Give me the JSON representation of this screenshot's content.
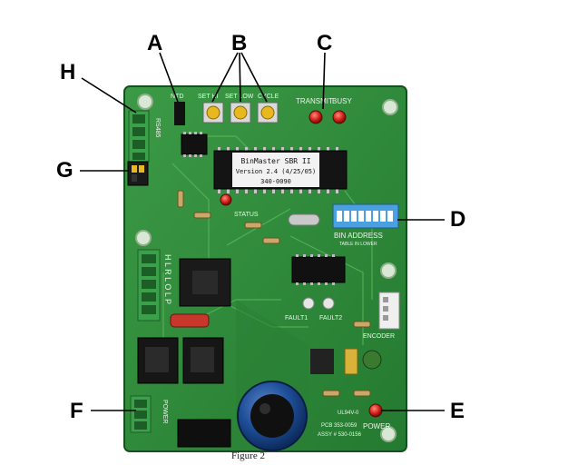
{
  "callouts": {
    "a": "A",
    "b": "B",
    "c": "C",
    "d": "D",
    "e": "E",
    "f": "F",
    "g": "G",
    "h": "H"
  },
  "chip": {
    "line1": "BinMaster SBR II",
    "line2": "Version 2.4  (4/25/05)",
    "line3": "340-0090"
  },
  "silkscreen": {
    "ntd": "NTD",
    "set_hi": "SET HI",
    "set_low": "SET LOW",
    "cycle": "CYCLE",
    "transmit": "TRANSMIT",
    "busy": "BUSY",
    "status": "STATUS",
    "bin_address": "BIN ADDRESS",
    "table_ref": "TABLE IN LOWER",
    "fault1": "FAULT1",
    "fault2": "FAULT2",
    "encoder": "ENCODER",
    "power": "POWER",
    "hlr": "H L R  L O L P",
    "rs485": "RS485",
    "power_side": "POWER",
    "pcb": "PCB 353-0059",
    "assy": "ASSY # 530-0156",
    "ul": "UL94V-0"
  },
  "caption": "Figure 2",
  "colors": {
    "board": "#2f8a3a",
    "board_dark": "#1f6b2b",
    "led_red": "#d8261f",
    "button_yellow": "#e8b820",
    "terminal_green": "#3aa04a"
  }
}
